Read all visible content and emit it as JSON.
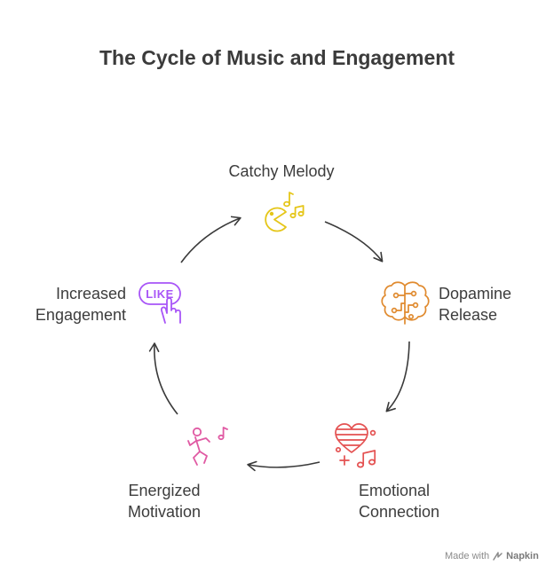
{
  "title": "The Cycle of Music and Engagement",
  "nodes": [
    {
      "id": "melody",
      "lines": [
        "Catchy Melody"
      ],
      "icon": "pacman-music-notes-icon",
      "color": "#e5c619"
    },
    {
      "id": "dopamine",
      "lines": [
        "Dopamine",
        "Release"
      ],
      "icon": "brain-circuit-icon",
      "color": "#e08a2e"
    },
    {
      "id": "emotional",
      "lines": [
        "Emotional",
        "Connection"
      ],
      "icon": "heart-music-icon",
      "color": "#e45151"
    },
    {
      "id": "energized",
      "lines": [
        "Energized",
        "Motivation"
      ],
      "icon": "dancing-person-icon",
      "color": "#e05aa3"
    },
    {
      "id": "engagement",
      "lines": [
        "Increased",
        "Engagement"
      ],
      "icon": "like-click-icon",
      "color": "#a855f7",
      "badge": "LIKE"
    }
  ],
  "footer": {
    "made_with": "Made with",
    "brand": "Napkin"
  }
}
